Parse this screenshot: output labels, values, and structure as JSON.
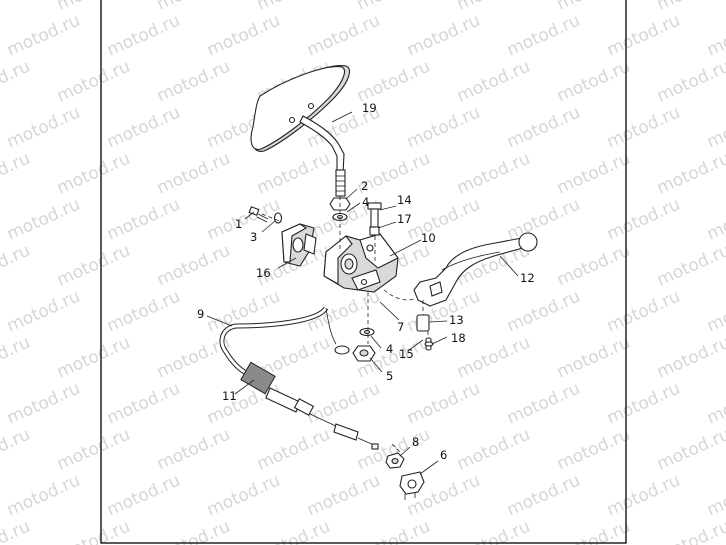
{
  "watermark": {
    "text": "motod.ru",
    "color": "#d6d6d6"
  },
  "frame": {
    "stroke": "#000000"
  },
  "callouts": [
    {
      "id": "1",
      "text": "1"
    },
    {
      "id": "2",
      "text": "2"
    },
    {
      "id": "3",
      "text": "3"
    },
    {
      "id": "4a",
      "text": "4"
    },
    {
      "id": "4b",
      "text": "4"
    },
    {
      "id": "5",
      "text": "5"
    },
    {
      "id": "6",
      "text": "6"
    },
    {
      "id": "7",
      "text": "7"
    },
    {
      "id": "8",
      "text": "8"
    },
    {
      "id": "9",
      "text": "9"
    },
    {
      "id": "10",
      "text": "10"
    },
    {
      "id": "11",
      "text": "11"
    },
    {
      "id": "12",
      "text": "12"
    },
    {
      "id": "13",
      "text": "13"
    },
    {
      "id": "14",
      "text": "14"
    },
    {
      "id": "15",
      "text": "15"
    },
    {
      "id": "16",
      "text": "16"
    },
    {
      "id": "17",
      "text": "17"
    },
    {
      "id": "18",
      "text": "18"
    },
    {
      "id": "19",
      "text": "19"
    }
  ],
  "parts": {
    "mirror": {
      "icon": "rear-view-mirror"
    },
    "mirror_stem": {
      "icon": "mirror-stem"
    },
    "clamp_housing": {
      "icon": "clutch-lever-bracket"
    },
    "clamp_cap": {
      "icon": "clamp-cap"
    },
    "lever": {
      "icon": "clutch-lever"
    },
    "cable": {
      "icon": "clutch-cable"
    },
    "adjuster": {
      "icon": "cable-adjuster"
    },
    "clip": {
      "icon": "cable-clip"
    }
  }
}
